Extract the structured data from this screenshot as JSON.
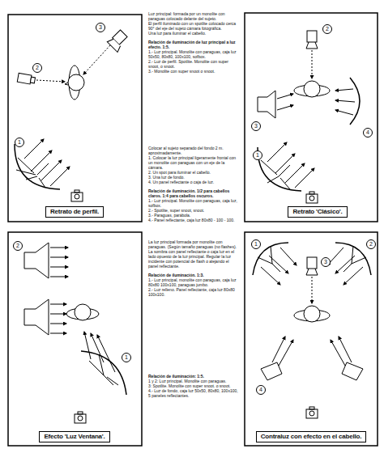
{
  "diagram": {
    "nodes": [
      {
        "text": [
          "Retrato de perfil."
        ]
      },
      {
        "text": [
          "Retrato 'Clásico'."
        ]
      },
      {
        "text": [
          "Efecto 'Luz Ventana'."
        ]
      },
      {
        "text": [
          "Contraluz con efecto en el cabello."
        ]
      }
    ],
    "labels": [
      "Luz principal: formada por un monolite con paraguas colocado delante del sujeto.",
      "El perfil iluminado con un spotlite colocado cerca 90° del eje del sujeto cámara fotográfica.",
      "Una luz para iluminar el cabello.",
      "Relación de iluminación de luz principal a luz efecto. 1:5.",
      "1.- Luz principal. Monolite con paraguas, caja luz 50x50, 80x80, 100x100, sofbox.",
      "2.- Luz de perfil. Spotlite. Monolite con super snoot, o snoot.",
      "3.- Monolite con super snoot o snoot.",
      "Colocar al sujeto separado del fondo 2 m. aproximadamente.",
      "1. Colocar la luz principal ligeramente frontal con un monolite con paraguas con un eje de la cámara.",
      "2. Un spot para iluminar el cabello.",
      "3. Una luz de fondo.",
      "4. Un panel reflectante o caja de luz.",
      "Relación de iluminación. 1/2 para cabellos claros. 1:4 para cabellos oscuros.",
      "1.- Luz principal. Monolite con paraguas, caja luz, sofbox.",
      "2.- Spotlite, super snoot, snoot.",
      "3.- Paraguas, parábola.",
      "4.- Panel reflectante, caja luz 80x80 - 100 - 100.",
      "La luz principal formada por monolite con paraguas. (Según tamaño paraguas (no flashes). La sombra con panel reflectante o caja luz en el lado opuesto de la luz principal. Regular la luz incidente con potencial de flash o alejando el panel reflectante.",
      "Relación de iluminación. 1:3.",
      "1.- Luz principal, monolite con paraguas, caja luz 80x80 100x100, paraguas jumbo.",
      "2.- Luz relleno. Panel reflectante, caja luz 80x80 100x100.",
      "Relación de iluminación: 1:5.",
      "1 y 2: Luz principal. Monolite con paraguas.",
      "3: Spotlite. Monolite con super snoot. o snoot.",
      "4.- Luz de fondo, caja luz 50x50, 80x80, 100x100, 5 paneles reflectantes.",
      "1",
      "2",
      "3",
      "1",
      "2",
      "3",
      "4",
      "1",
      "2",
      "1",
      "2",
      "3",
      "4"
    ]
  }
}
